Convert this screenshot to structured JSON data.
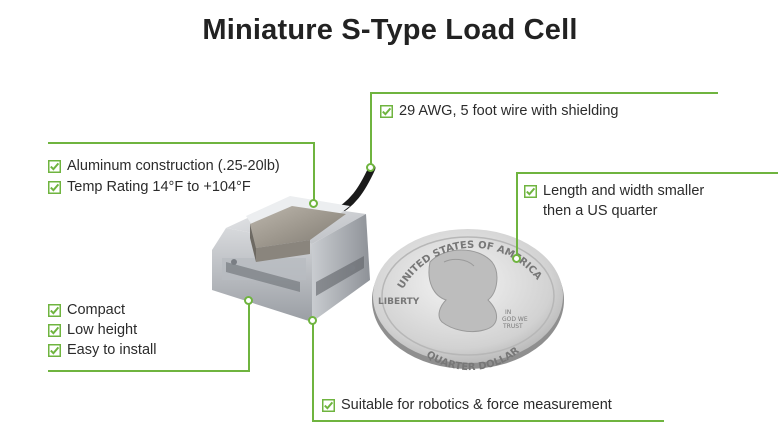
{
  "title": "Miniature S-Type Load Cell",
  "accent_color": "#6fb43f",
  "icon": "checkbox-check-icon",
  "callouts": {
    "wire": [
      "29 AWG, 5 foot wire with shielding"
    ],
    "material": [
      "Aluminum construction (.25-20lb)",
      "Temp Rating 14°F to +104°F"
    ],
    "size": [
      "Length and width smaller",
      "then a US quarter"
    ],
    "form": [
      "Compact",
      "Low height",
      "Easy to install"
    ],
    "use": [
      "Suitable for robotics & force measurement"
    ]
  },
  "coin": {
    "top_text": "UNITED STATES OF AMERICA",
    "left_text": "LIBERTY",
    "motto": [
      "IN",
      "GOD WE",
      "TRUST"
    ],
    "bottom_text": "QUARTER DOLLAR"
  }
}
